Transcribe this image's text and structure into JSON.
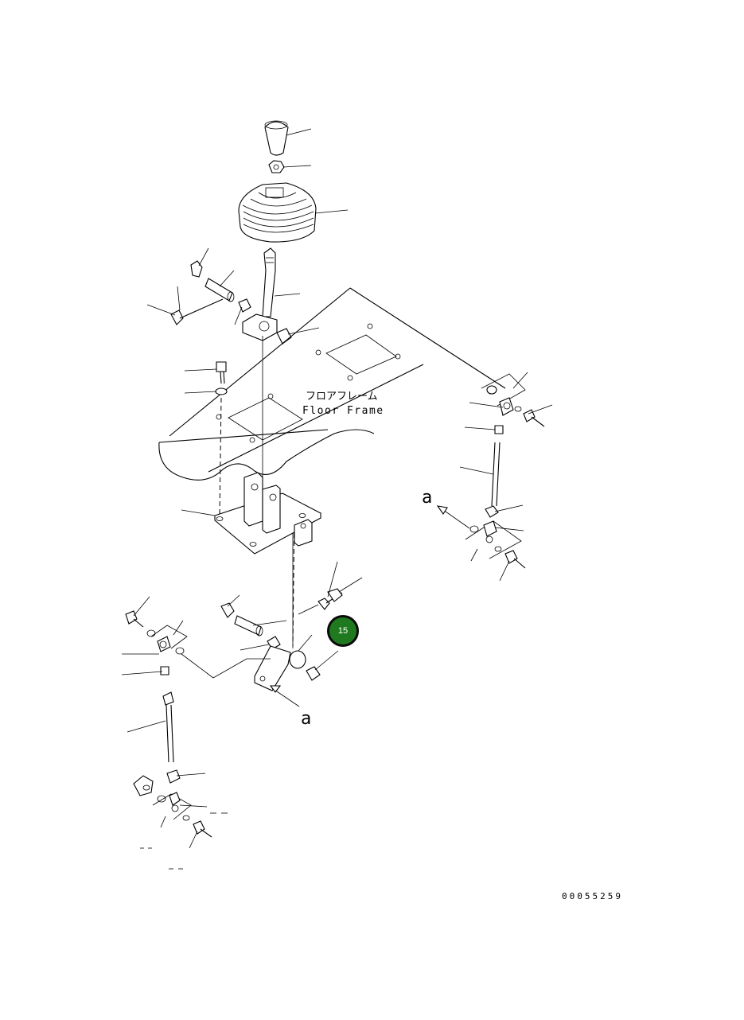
{
  "labels": {
    "floor_frame_jp": "フロアフレーム",
    "floor_frame_en": "Floor Frame",
    "view_a_upper": "a",
    "view_a_lower": "a"
  },
  "callout": {
    "number": "15",
    "color": "#1f7a1f"
  },
  "drawing_number": "00055259"
}
